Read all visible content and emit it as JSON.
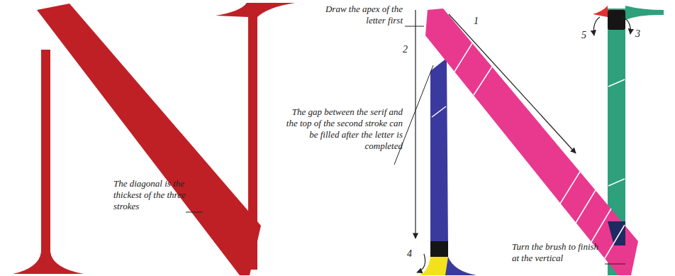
{
  "diagram": {
    "labels": [
      "Draw the apex of the letter first",
      "1",
      "2",
      "The gap between the serif and the top of the second stroke can be filled after the letter is completed",
      "5",
      "3",
      "The diagonal is the thickest of the three strokes",
      "4",
      "Turn the brush to finish at the vertical"
    ]
  }
}
